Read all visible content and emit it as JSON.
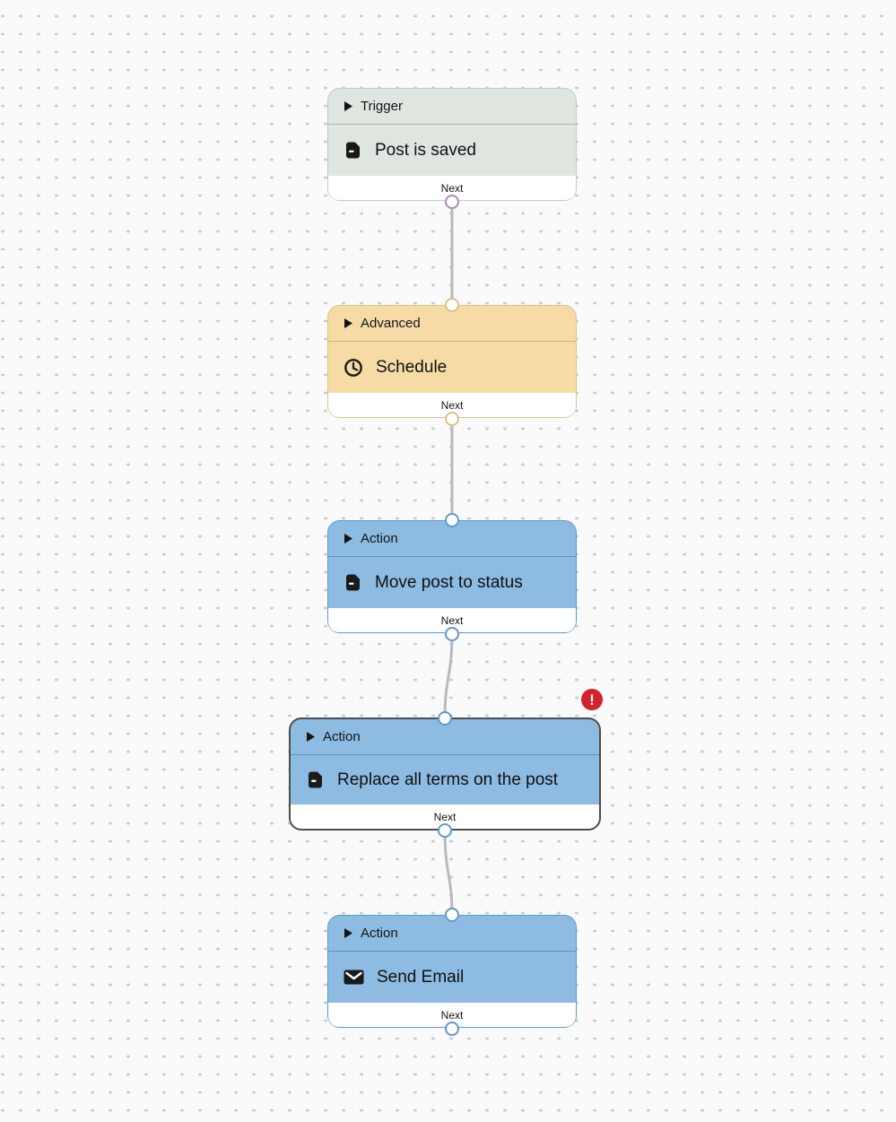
{
  "canvas": {
    "background_color": "#fafafa",
    "grid_dot_color": "#cdcdcd",
    "connection_line_color": "#b9babd"
  },
  "nodes": [
    {
      "kind": "Trigger",
      "title": "Post is saved",
      "icon": "document-icon",
      "next_label": "Next",
      "selected": false,
      "has_error": false,
      "colors": {
        "fill": "#dfe5df",
        "border": "#c3cac3",
        "port": "#b289b9"
      }
    },
    {
      "kind": "Advanced",
      "title": "Schedule",
      "icon": "clock-icon",
      "next_label": "Next",
      "selected": false,
      "has_error": false,
      "colors": {
        "fill": "#f6dba7",
        "border": "#dcc188",
        "port": "#dcc188"
      }
    },
    {
      "kind": "Action",
      "title": "Move post to status",
      "icon": "document-icon",
      "next_label": "Next",
      "selected": false,
      "has_error": false,
      "colors": {
        "fill": "#8dbbe2",
        "border": "#5f99cd",
        "port": "#5f99cd"
      }
    },
    {
      "kind": "Action",
      "title": "Replace all terms on the post",
      "icon": "document-icon",
      "next_label": "Next",
      "selected": true,
      "has_error": true,
      "error_badge": "!",
      "colors": {
        "fill": "#8dbbe2",
        "border": "#4d4d4d",
        "port": "#5f99cd",
        "error": "#d6202a"
      }
    },
    {
      "kind": "Action",
      "title": "Send Email",
      "icon": "envelope-icon",
      "next_label": "Next",
      "selected": false,
      "has_error": false,
      "colors": {
        "fill": "#8dbbe2",
        "border": "#5f99cd",
        "port": "#5f99cd"
      }
    }
  ]
}
